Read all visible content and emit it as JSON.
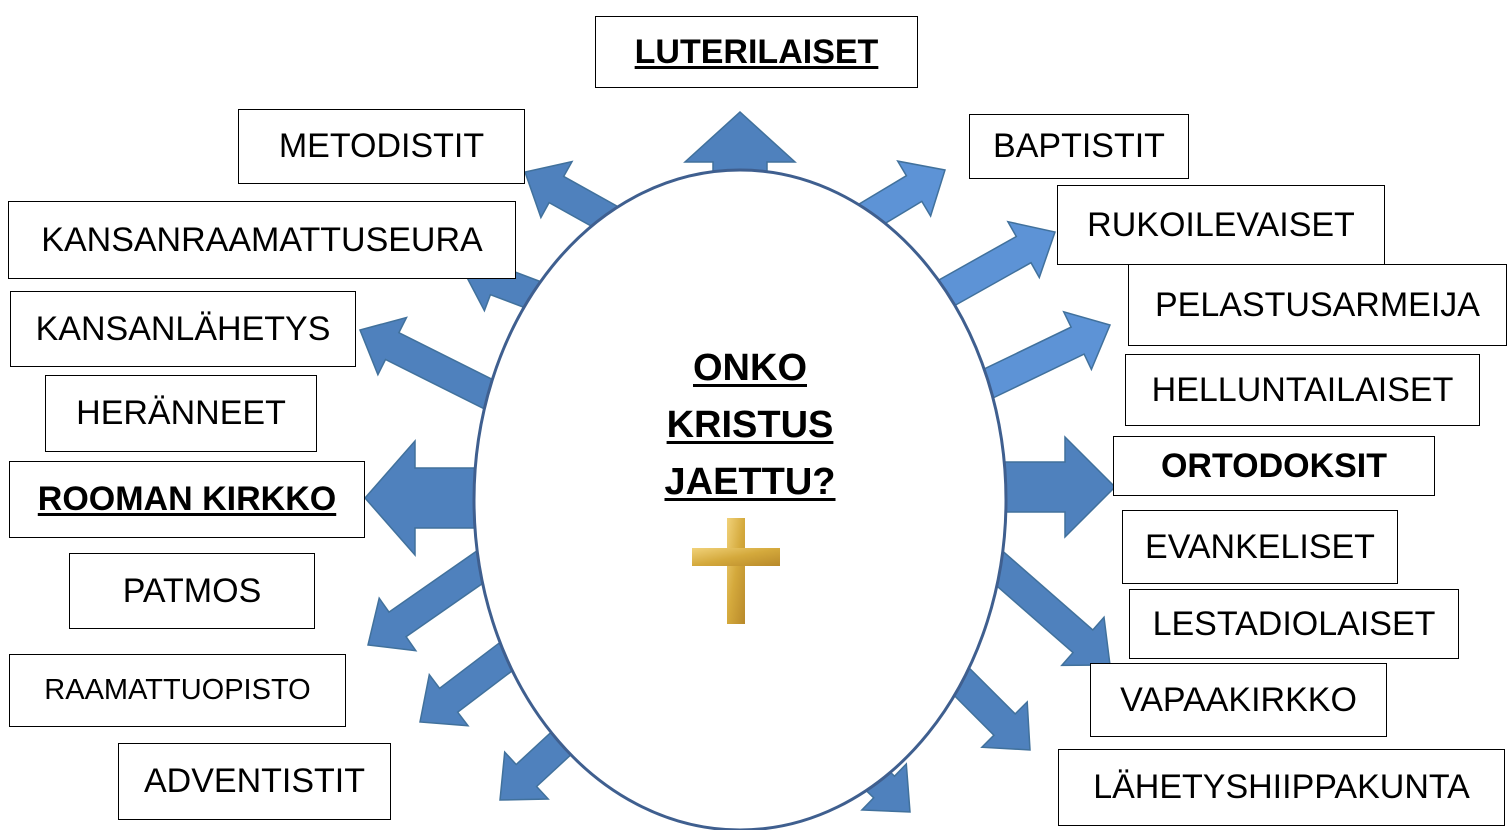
{
  "center": {
    "line1": "ONKO",
    "line2": "KRISTUS",
    "line3": "JAETTU?",
    "cross_icon": "cross-icon"
  },
  "colors": {
    "arrow_fill": "#4f81bd",
    "arrow_fill_light": "#5d93d6",
    "arrow_stroke": "#41719c",
    "cross": "#d4a93c",
    "circle_stroke": "#3f5f8f"
  },
  "labels": {
    "luterilaiset": "LUTERILAISET",
    "metodistit": "METODISTIT",
    "baptistit": "BAPTISTIT",
    "kansanraamattuseura": "KANSANRAAMATTUSEURA",
    "rukoilevaiset": "RUKOILEVAISET",
    "pelastusarmeija": "PELASTUSARMEIJA",
    "kansanlahetys": "KANSANLÄHETYS",
    "helluntailaiset": "HELLUNTAILAISET",
    "heranneet": "HERÄNNEET",
    "ortodoksit": "ORTODOKSIT",
    "rooman_kirkko": "ROOMAN KIRKKO",
    "evankeliset": "EVANKELISET",
    "patmos": "PATMOS",
    "lestadiolaiset": "LESTADIOLAISET",
    "raamattuopisto": "RAAMATTUOPISTO",
    "vapaakirkko": "VAPAAKIRKKO",
    "adventistit": "ADVENTISTIT",
    "lahetyshiippakunta": "LÄHETYSHIIPPAKUNTA"
  }
}
